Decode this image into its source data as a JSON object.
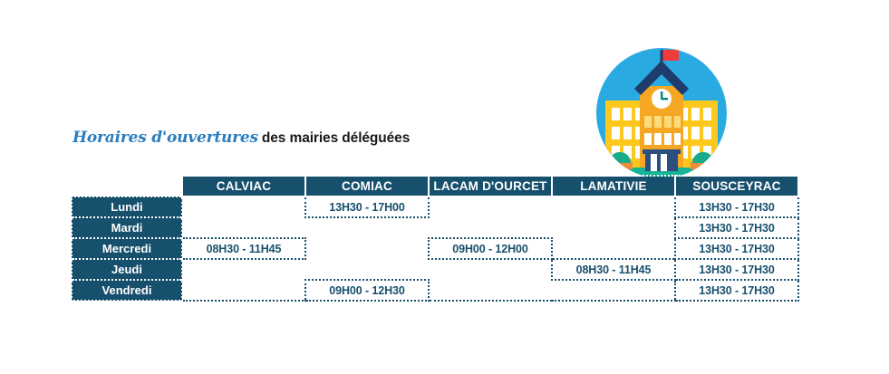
{
  "title": {
    "script_part": "Horaires d'ouvertures",
    "plain_part": "des mairies déléguées"
  },
  "illustration": {
    "name": "town-hall-building-illustration",
    "colors": {
      "circle_sky": "#29abe2",
      "roof_navy": "#1f3c6e",
      "tower_orange": "#f5a623",
      "wing_yellow": "#fcc81e",
      "window_white": "#ffffff",
      "flag_red": "#ef3b3a",
      "clock_face": "#ffffff",
      "clock_hands": "#00897b",
      "bush_teal": "#1aab8a",
      "ground_teal": "#17b397",
      "door_navy": "#2c4f80"
    }
  },
  "table": {
    "columns": [
      "CALVIAC",
      "COMIAC",
      "LACAM D'OURCET",
      "LAMATIVIE",
      "SOUSCEYRAC"
    ],
    "rows": [
      {
        "day": "Lundi",
        "cells": [
          "",
          "13H30 - 17H00",
          "",
          "",
          "13H30 - 17H30"
        ]
      },
      {
        "day": "Mardi",
        "cells": [
          "",
          "",
          "",
          "",
          "13H30 - 17H30"
        ]
      },
      {
        "day": "Mercredi",
        "cells": [
          "08H30 - 11H45",
          "",
          "09H00 - 12H00",
          "",
          "13H30 - 17H30"
        ]
      },
      {
        "day": "Jeudi",
        "cells": [
          "",
          "",
          "",
          "08H30 - 11H45",
          "13H30 - 17H30"
        ]
      },
      {
        "day": "Vendredi",
        "cells": [
          "",
          "09H00 - 12H30",
          "",
          "",
          "13H30 - 17H30"
        ]
      }
    ]
  },
  "theme": {
    "navy": "#17506d",
    "title_blue": "#2b7dbe",
    "title_dark": "#1a1a1a",
    "background": "#ffffff"
  }
}
